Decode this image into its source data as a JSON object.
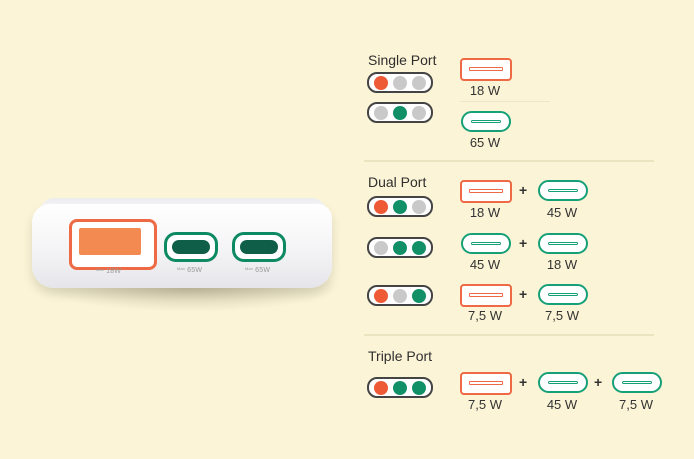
{
  "colors": {
    "background": "#fbf4d6",
    "orange": "#ee5a35",
    "green": "#119068",
    "gray": "#c9c9c9"
  },
  "device": {
    "ports": [
      {
        "type": "usb-a",
        "label_prefix": "Max",
        "label": "18W"
      },
      {
        "type": "usb-c",
        "label_prefix": "Max",
        "label": "65W"
      },
      {
        "type": "usb-c",
        "label_prefix": "Max",
        "label": "65W"
      }
    ]
  },
  "sections": {
    "single": {
      "title": "Single Port",
      "rows": [
        {
          "dots": [
            "orange",
            "gray",
            "gray"
          ],
          "outputs": [
            {
              "port": "usb-a",
              "watt": "18 W"
            }
          ]
        },
        {
          "dots": [
            "gray",
            "green",
            "gray"
          ],
          "outputs": [
            {
              "port": "usb-c",
              "watt": "65 W"
            }
          ]
        }
      ]
    },
    "dual": {
      "title": "Dual Port",
      "rows": [
        {
          "dots": [
            "orange",
            "green",
            "gray"
          ],
          "outputs": [
            {
              "port": "usb-a",
              "watt": "18 W"
            },
            {
              "port": "usb-c",
              "watt": "45 W"
            }
          ]
        },
        {
          "dots": [
            "gray",
            "green",
            "green"
          ],
          "outputs": [
            {
              "port": "usb-c",
              "watt": "45 W"
            },
            {
              "port": "usb-c",
              "watt": "18 W"
            }
          ]
        },
        {
          "dots": [
            "orange",
            "gray",
            "green"
          ],
          "outputs": [
            {
              "port": "usb-a",
              "watt": "7,5 W"
            },
            {
              "port": "usb-c",
              "watt": "7,5 W"
            }
          ]
        }
      ]
    },
    "triple": {
      "title": "Triple Port",
      "rows": [
        {
          "dots": [
            "orange",
            "green",
            "green"
          ],
          "outputs": [
            {
              "port": "usb-a",
              "watt": "7,5 W"
            },
            {
              "port": "usb-c",
              "watt": "45 W"
            },
            {
              "port": "usb-c",
              "watt": "7,5 W"
            }
          ]
        }
      ]
    }
  },
  "plus_sign": "+"
}
